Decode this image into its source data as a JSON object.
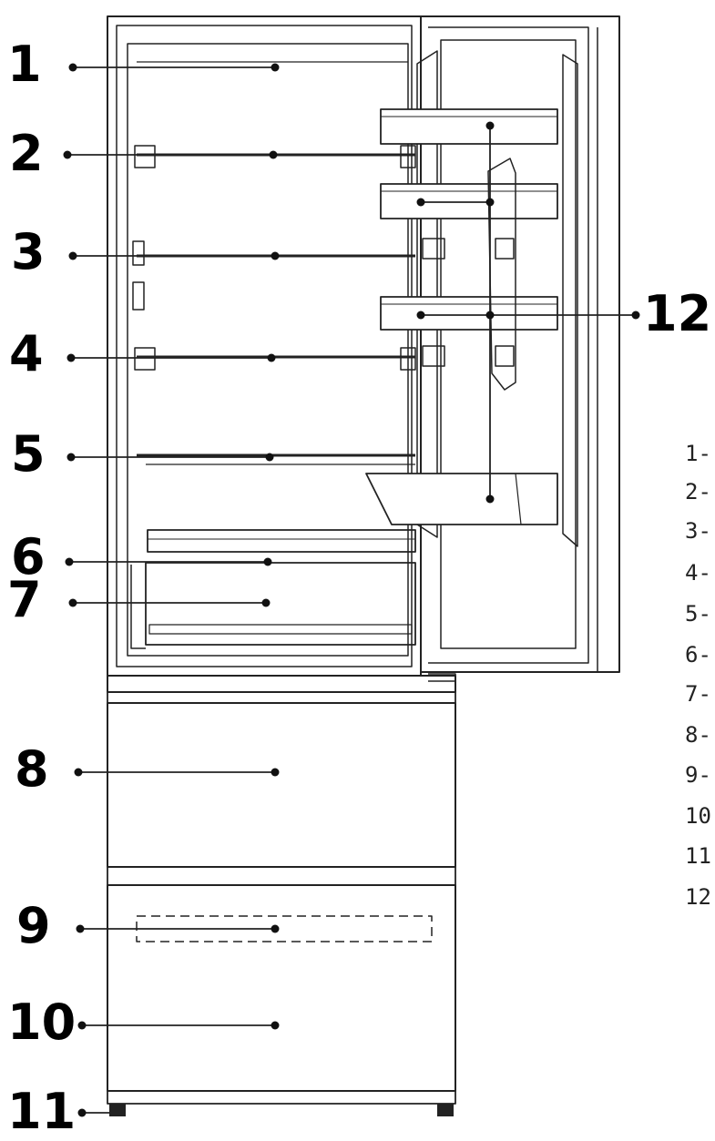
{
  "callouts": [
    {
      "id": "1",
      "label": "1"
    },
    {
      "id": "2",
      "label": "2"
    },
    {
      "id": "3",
      "label": "3"
    },
    {
      "id": "4",
      "label": "4"
    },
    {
      "id": "5",
      "label": "5"
    },
    {
      "id": "6",
      "label": "6"
    },
    {
      "id": "7",
      "label": "7"
    },
    {
      "id": "8",
      "label": "8"
    },
    {
      "id": "9",
      "label": "9"
    },
    {
      "id": "10",
      "label": "10"
    },
    {
      "id": "11",
      "label": "11"
    },
    {
      "id": "12",
      "label": "12"
    }
  ],
  "legend": [
    {
      "text": "1-"
    },
    {
      "text": "2-"
    },
    {
      "text": "3-"
    },
    {
      "text": "4-"
    },
    {
      "text": "5-"
    },
    {
      "text": "6-"
    },
    {
      "text": "7-"
    },
    {
      "text": "8-"
    },
    {
      "text": "9-"
    },
    {
      "text": "10"
    },
    {
      "text": "11"
    },
    {
      "text": "12"
    }
  ]
}
